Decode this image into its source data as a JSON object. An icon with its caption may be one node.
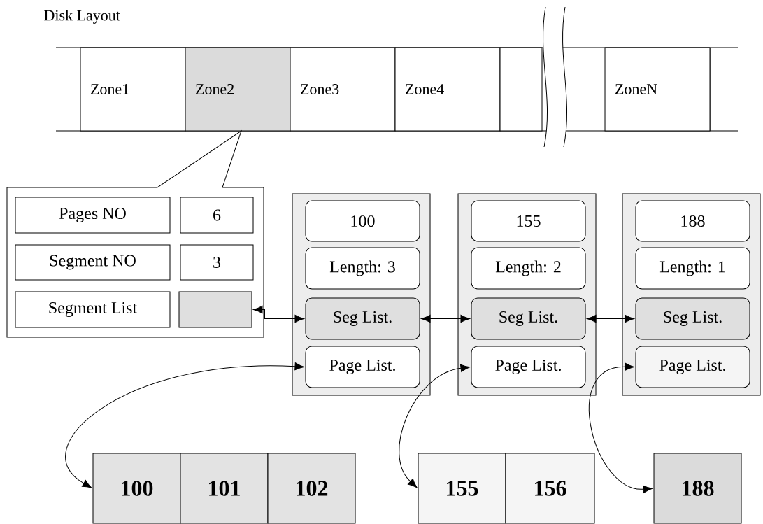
{
  "diagram": {
    "title": "Disk Layout",
    "nodes": [
      {
        "text": [
          "Zone1"
        ]
      },
      {
        "text": [
          "Zone2"
        ]
      },
      {
        "text": [
          "Zone3"
        ]
      },
      {
        "text": [
          "Zone4"
        ]
      },
      {
        "text": [],
        "shape": "box"
      },
      {
        "text": [
          "ZoneN"
        ]
      },
      {
        "text": [],
        "shape": "box"
      },
      {
        "text": [
          "Pages NO"
        ],
        "in": 6
      },
      {
        "text": [
          "6"
        ],
        "in": 6
      },
      {
        "text": [
          "Segment NO"
        ],
        "in": 6
      },
      {
        "text": [
          "3"
        ],
        "in": 6
      },
      {
        "text": [
          "Segment List"
        ],
        "in": 6
      },
      {
        "text": [],
        "shape": "box",
        "in": 6
      },
      {
        "text": [],
        "shape": "box"
      },
      {
        "text": [
          "100"
        ],
        "in": 13
      },
      {
        "text": [
          "Length: 3"
        ],
        "in": 13
      },
      {
        "text": [
          "Seg List."
        ],
        "in": 13
      },
      {
        "text": [
          "Page List."
        ],
        "in": 13
      },
      {
        "text": [],
        "shape": "box"
      },
      {
        "text": [
          "155"
        ],
        "in": 18
      },
      {
        "text": [
          "Length: 2"
        ],
        "in": 18
      },
      {
        "text": [
          "Seg List."
        ],
        "in": 18
      },
      {
        "text": [
          "Page List."
        ],
        "in": 18
      },
      {
        "text": [],
        "shape": "box"
      },
      {
        "text": [
          "188"
        ],
        "in": 23
      },
      {
        "text": [
          "Length: 1"
        ],
        "in": 23
      },
      {
        "text": [
          "Seg List."
        ],
        "in": 23
      },
      {
        "text": [
          "Page List."
        ],
        "in": 23
      },
      {
        "text": [
          "100"
        ]
      },
      {
        "text": [
          "101"
        ]
      },
      {
        "text": [
          "102"
        ]
      },
      {
        "text": [
          "155"
        ]
      },
      {
        "text": [
          "156"
        ]
      },
      {
        "text": [
          "188"
        ]
      }
    ],
    "edges": [
      {
        "from": 12,
        "to": 16,
        "arrow": "both"
      },
      {
        "from": 16,
        "to": 21,
        "arrow": "both"
      },
      {
        "from": 21,
        "to": 26,
        "arrow": "both"
      },
      {
        "from": 17,
        "to": 28,
        "arrow": "both"
      },
      {
        "from": 22,
        "to": 31,
        "arrow": "both"
      },
      {
        "from": 27,
        "to": 33,
        "arrow": "both"
      }
    ]
  }
}
